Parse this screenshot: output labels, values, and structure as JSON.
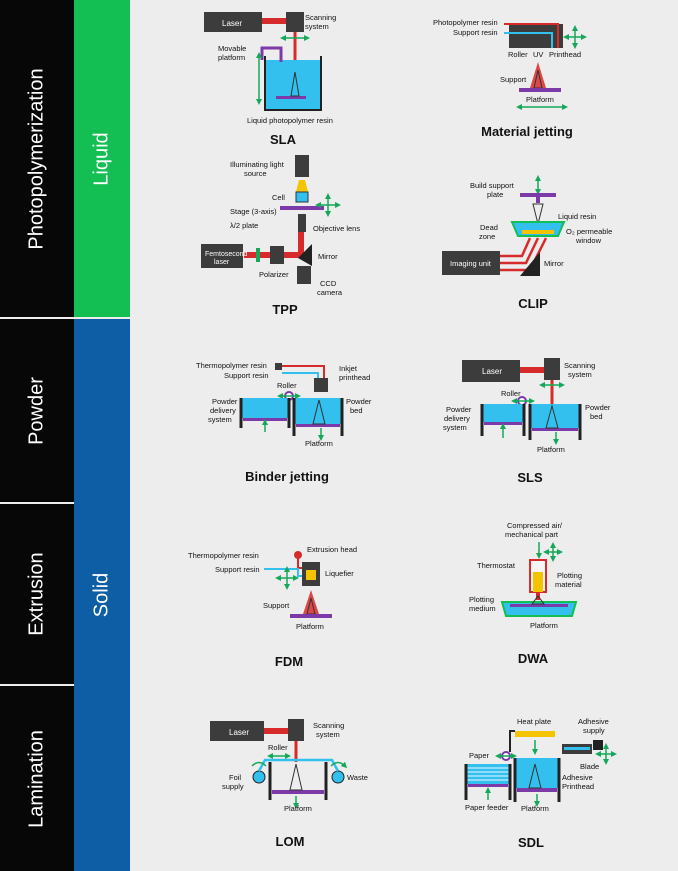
{
  "categories": [
    "Photopolymerization",
    "Powder",
    "Extrusion",
    "Lamination"
  ],
  "states": [
    "Liquid",
    "Solid"
  ],
  "colors": {
    "black": "#070707",
    "green": "#13be52",
    "blue": "#0d5ea5",
    "red": "#d72a2a",
    "cyan": "#33c0ef",
    "purple": "#7c3aa8",
    "arrow": "#13a85a"
  },
  "processes": [
    {
      "title": "SLA",
      "labels": [
        "Laser",
        "Scanning system",
        "Movable platform",
        "Liquid photopolymer resin"
      ]
    },
    {
      "title": "Material jetting",
      "labels": [
        "Photopolymer resin",
        "Support resin",
        "Roller",
        "UV",
        "Printhead",
        "Support",
        "Platform"
      ]
    },
    {
      "title": "TPP",
      "labels": [
        "Illuminating light source",
        "Cell",
        "Stage (3-axis)",
        "λ/2 plate",
        "Objective lens",
        "Femtosecond laser",
        "Polarizer",
        "Mirror",
        "CCD camera"
      ]
    },
    {
      "title": "CLIP",
      "labels": [
        "Build support plate",
        "Liquid resin",
        "Dead zone",
        "O₂ permeable window",
        "Imaging unit",
        "Mirror"
      ]
    },
    {
      "title": "Binder jetting",
      "labels": [
        "Thermopolymer resin",
        "Support resin",
        "Inkjet printhead",
        "Roller",
        "Powder delivery system",
        "Powder bed",
        "Platform"
      ]
    },
    {
      "title": "SLS",
      "labels": [
        "Laser",
        "Scanning system",
        "Roller",
        "Powder delivery system",
        "Powder bed",
        "Platform"
      ]
    },
    {
      "title": "FDM",
      "labels": [
        "Thermopolymer resin",
        "Extrusion head",
        "Support resin",
        "Liquefier",
        "Support",
        "Platform"
      ]
    },
    {
      "title": "DWA",
      "labels": [
        "Compressed air/ mechanical part",
        "Thermostat",
        "Plotting material",
        "Plotting medium",
        "Platform"
      ]
    },
    {
      "title": "LOM",
      "labels": [
        "Laser",
        "Scanning system",
        "Roller",
        "Foil supply",
        "Waste",
        "Platform"
      ]
    },
    {
      "title": "SDL",
      "labels": [
        "Heat plate",
        "Adhesive supply",
        "Paper",
        "Blade",
        "Adhesive Printhead",
        "Paper feeder",
        "Platform"
      ]
    }
  ]
}
